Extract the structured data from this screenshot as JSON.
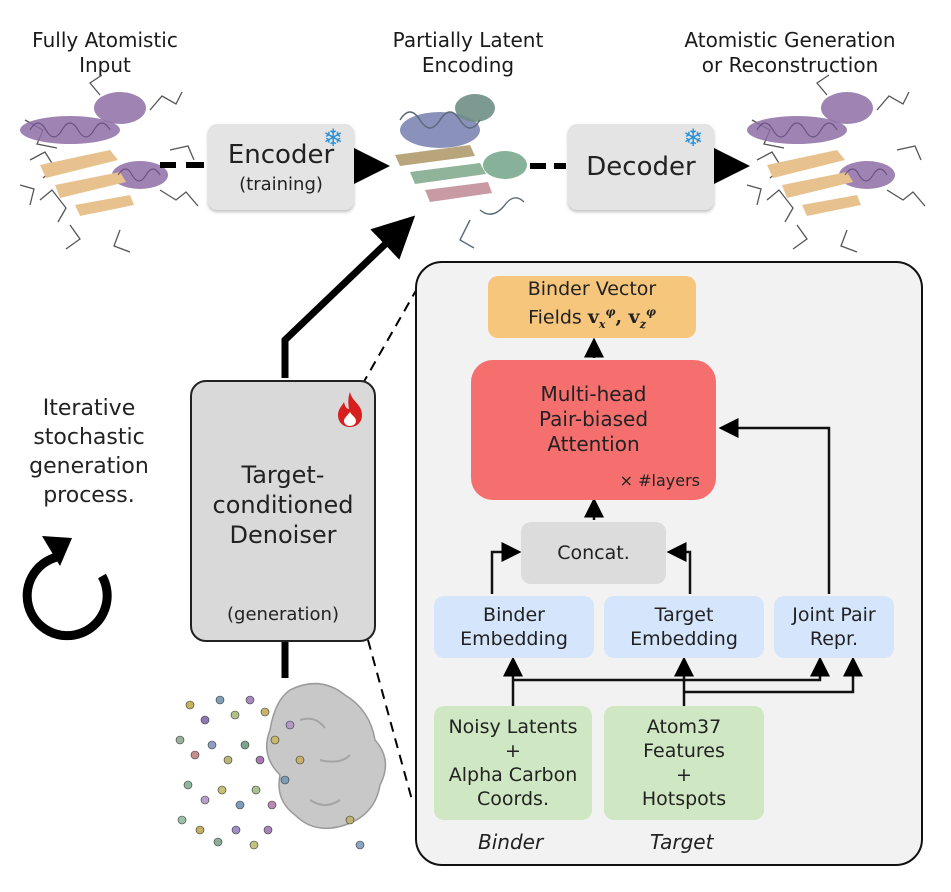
{
  "headers": {
    "input": [
      "Fully Atomistic",
      "Input"
    ],
    "latent": [
      "Partially Latent",
      "Encoding"
    ],
    "output": [
      "Atomistic Generation",
      "or Reconstruction"
    ]
  },
  "encoder": {
    "title": "Encoder",
    "subtitle": "(training)",
    "icon": "snowflake-icon"
  },
  "decoder": {
    "title": "Decoder",
    "icon": "snowflake-icon"
  },
  "iterative": [
    "Iterative",
    "stochastic",
    "generation",
    "process."
  ],
  "denoiser": {
    "line1": "Target-",
    "line2": "conditioned",
    "line3": "Denoiser",
    "subtitle": "(generation)",
    "icon": "flame-icon"
  },
  "detail": {
    "vector_fields": {
      "line1": "Binder Vector",
      "line2": "Fields"
    },
    "attention": {
      "line1": "Multi-head",
      "line2": "Pair-biased",
      "line3": "Attention",
      "layers": "× #layers"
    },
    "concat": "Concat.",
    "binder_embedding": [
      "Binder",
      "Embedding"
    ],
    "target_embedding": [
      "Target",
      "Embedding"
    ],
    "joint_pair": [
      "Joint Pair",
      "Repr."
    ],
    "binder_input": [
      "Noisy Latents",
      "+",
      "Alpha Carbon",
      "Coords."
    ],
    "target_input": [
      "Atom37",
      "Features",
      "+",
      "Hotspots"
    ],
    "binder_label": "Binder",
    "target_label": "Target"
  },
  "colors": {
    "helix": "#8e6fa6",
    "strand": "#e8c28e",
    "flake": "#2a8fd6",
    "flame": "#d81f1f",
    "attention": "#f56f6f",
    "vector_fields": "#f7c67d",
    "embedding": "#d5e5fb",
    "input": "#cfe8c3"
  }
}
